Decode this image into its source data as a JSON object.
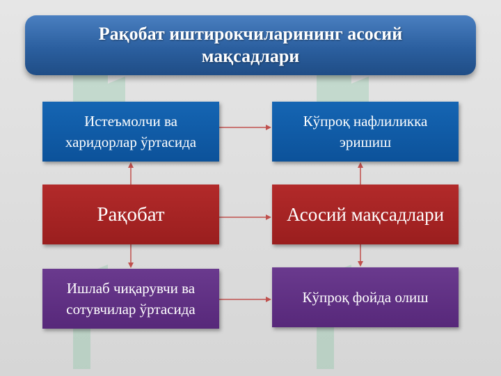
{
  "slide": {
    "title": "Рақобат иштирокчиларининг асосий мақсадлари"
  },
  "boxes": {
    "consumers": "Истеъмолчи ва харидорлар ўртасида",
    "profitability": "Кўпроқ нафлиликка эришиш",
    "competition": "Рақобат",
    "main_goals": "Асосий мақсадлари",
    "producers": "Ишлаб чиқарувчи ва сотувчилар ўртасида",
    "more_profit": "Кўпроқ фойда олиш"
  },
  "colors": {
    "title_bar": "#2b5f9f",
    "blue_box": "#0c5aa8",
    "red_box": "#a82222",
    "purple_box": "#60308a",
    "arrow": "#c0504d",
    "background": "#dcdcdc"
  },
  "watermark_icon": "logo-watermark-icon"
}
